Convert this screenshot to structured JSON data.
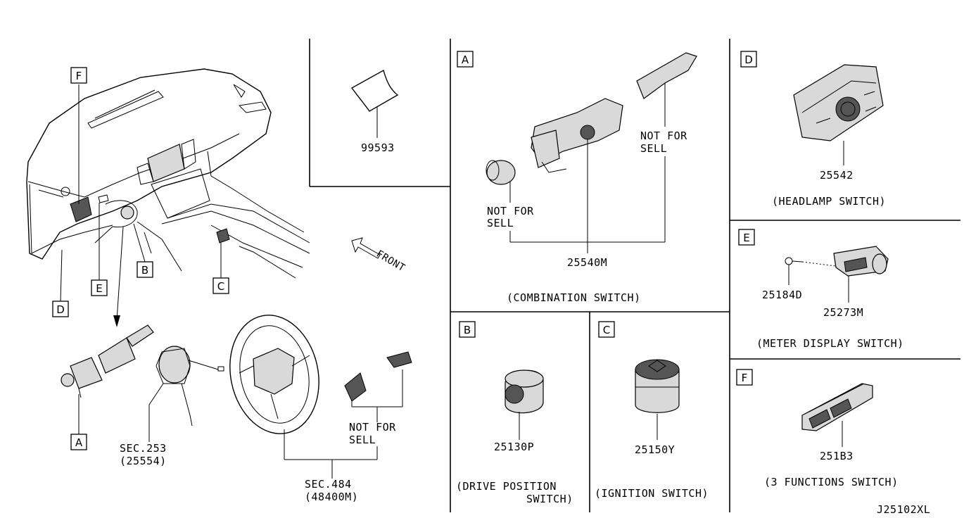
{
  "diagram_code": "J25102XL",
  "overview": {
    "front_label": "FRONT",
    "callouts": [
      "F",
      "E",
      "D",
      "B",
      "C",
      "A"
    ],
    "parts": {
      "sticker": "99593",
      "clock_spring_sec": "SEC.253",
      "clock_spring_part": "(25554)",
      "wheel_not_for_sell_1": "NOT FOR",
      "wheel_not_for_sell_2": "SELL",
      "wheel_sec": "SEC.484",
      "wheel_part": "(48400M)"
    }
  },
  "panels": {
    "A": {
      "letter": "A",
      "not_for_sell_left_1": "NOT FOR",
      "not_for_sell_left_2": "SELL",
      "not_for_sell_right_1": "NOT FOR",
      "not_for_sell_right_2": "SELL",
      "part_number": "25540M",
      "caption": "(COMBINATION SWITCH)"
    },
    "B": {
      "letter": "B",
      "part_number": "25130P",
      "caption_1": "(DRIVE POSITION",
      "caption_2": "SWITCH)"
    },
    "C": {
      "letter": "C",
      "part_number": "25150Y",
      "caption": "(IGNITION SWITCH)"
    },
    "D": {
      "letter": "D",
      "part_number": "25542",
      "caption": "(HEADLAMP SWITCH)"
    },
    "E": {
      "letter": "E",
      "part_number_screw": "25184D",
      "part_number": "25273M",
      "caption": "(METER DISPLAY SWITCH)"
    },
    "F": {
      "letter": "F",
      "part_number": "251B3",
      "caption": "(3 FUNCTIONS SWITCH)"
    }
  }
}
